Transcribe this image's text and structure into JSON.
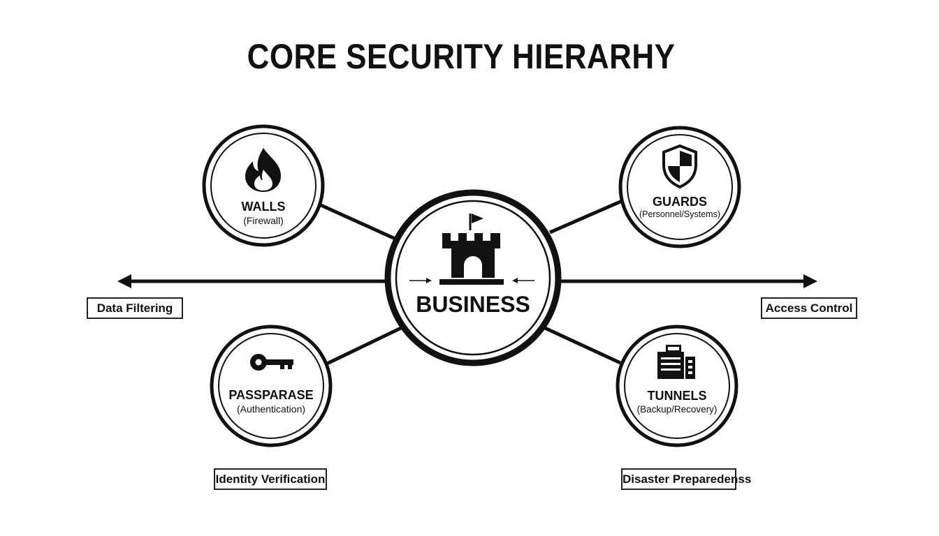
{
  "title": "CORE SECURITY HIERARHY",
  "center": {
    "label": "BUSINESS",
    "icon": "castle-icon"
  },
  "nodes": {
    "walls": {
      "label": "WALLS",
      "sub": "(Firewall)",
      "icon": "flame-icon"
    },
    "guards": {
      "label": "GUARDS",
      "sub": "(Personnel/Systems)",
      "icon": "shield-icon"
    },
    "passparase": {
      "label": "PASSPARASE",
      "sub": "(Authentication)",
      "icon": "key-icon"
    },
    "tunnels": {
      "label": "TUNNELS",
      "sub": "(Backup/Recovery)",
      "icon": "server-icon"
    }
  },
  "boxes": {
    "data_filtering": "Data Filtering",
    "access_control": "Access Control",
    "identity_verification": "Identity Verification",
    "disaster_preparedness": "Disaster Preparedenss"
  }
}
